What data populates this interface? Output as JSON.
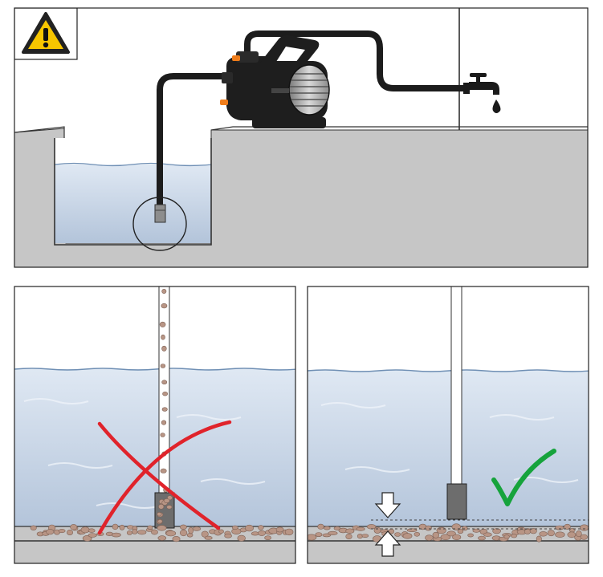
{
  "icons": {
    "warning": "warning-triangle-icon",
    "tap": "water-tap-icon",
    "check": "check-mark-icon",
    "cross": "cross-mark-icon",
    "arrow_down": "arrow-down-icon",
    "arrow_up": "arrow-up-icon"
  },
  "colors": {
    "frame": "#222222",
    "wall": "#c6c6c6",
    "water_top": "#dfe8f3",
    "water_bottom": "#b3c4da",
    "water_line": "#6f8fb4",
    "hose": "#1c1c1c",
    "pump_body": "#1e1e1e",
    "warning_fill": "#f7c600",
    "cross_red": "#e0232b",
    "check_green": "#16a33c",
    "pebble": "#b89585",
    "pebble_edge": "#7e6256",
    "strainer": "#6d6d6d"
  },
  "panels": {
    "top": "pump-setup",
    "bottom_left": "incorrect-intake-on-bottom",
    "bottom_right": "correct-intake-above-bottom"
  }
}
